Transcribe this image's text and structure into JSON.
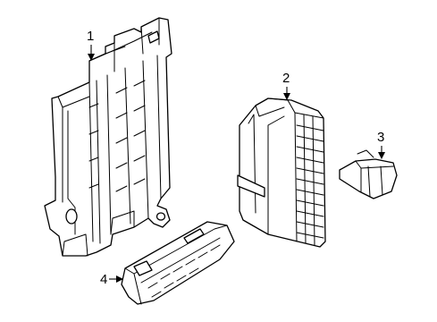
{
  "diagram": {
    "callouts": {
      "part1": "1",
      "part2": "2",
      "part3": "3",
      "part4": "4"
    }
  }
}
